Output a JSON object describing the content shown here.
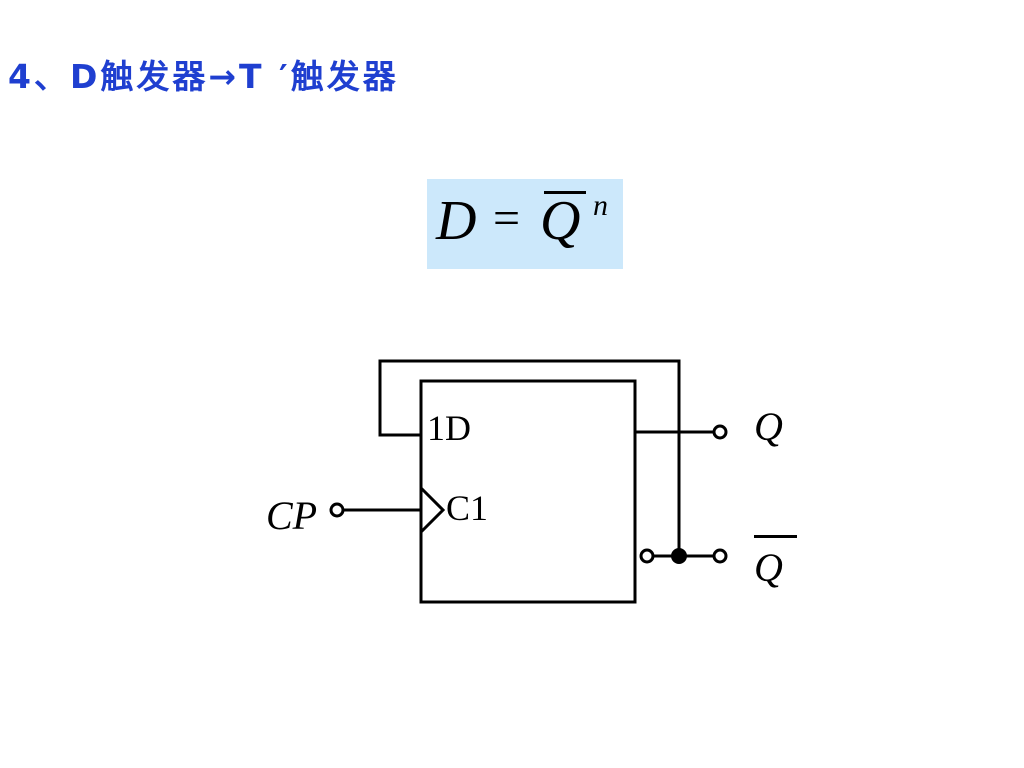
{
  "title": "4、D触发器→T ′触发器",
  "formula": {
    "lhs": "D",
    "eq": "=",
    "rhs_base": "Q",
    "rhs_sup": "n"
  },
  "circuit": {
    "pin_d": "1D",
    "pin_clk": "C1",
    "out_q": "Q",
    "out_qbar": "Q",
    "in_cp": "CP"
  }
}
